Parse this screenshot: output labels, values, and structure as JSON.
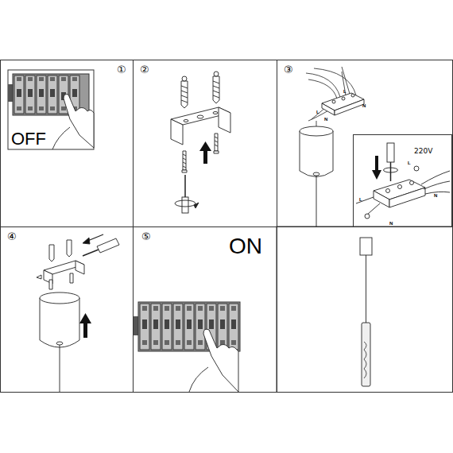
{
  "diagram": {
    "nodes": [
      {
        "text": [
          "①",
          "OFF"
        ]
      },
      {
        "text": [
          "②"
        ]
      },
      {
        "text": [
          "③"
        ]
      },
      {
        "text": [
          "220V"
        ],
        "in": 2
      },
      {
        "text": [
          "④"
        ]
      },
      {
        "text": [
          "⑤",
          "ON"
        ]
      }
    ],
    "labels": [
      "L",
      "N",
      "L",
      "N",
      "L",
      "N",
      "L",
      "N"
    ]
  }
}
